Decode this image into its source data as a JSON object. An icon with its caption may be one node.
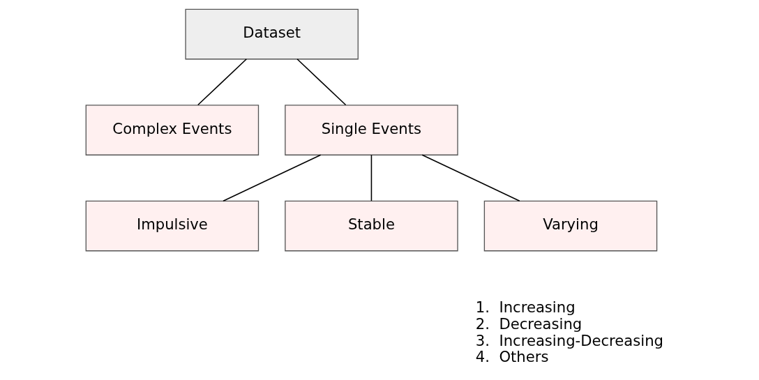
{
  "diagram": {
    "nodes": [
      {
        "text": [
          "Dataset"
        ]
      },
      {
        "text": [
          "Complex Events"
        ]
      },
      {
        "text": [
          "Single Events"
        ]
      },
      {
        "text": [
          "Impulsive"
        ]
      },
      {
        "text": [
          "Stable"
        ]
      },
      {
        "text": [
          "Varying"
        ],
        "beside": [
          "1.  Increasing",
          "2.  Decreasing",
          "3.  Increasing-Decreasing",
          "4.  Others"
        ]
      }
    ],
    "edges": [
      {
        "from": 0,
        "to": 1,
        "arrow": "none"
      },
      {
        "from": 0,
        "to": 2,
        "arrow": "none"
      },
      {
        "from": 2,
        "to": 3,
        "arrow": "none"
      },
      {
        "from": 2,
        "to": 4,
        "arrow": "none"
      },
      {
        "from": 2,
        "to": 5,
        "arrow": "none"
      }
    ]
  }
}
